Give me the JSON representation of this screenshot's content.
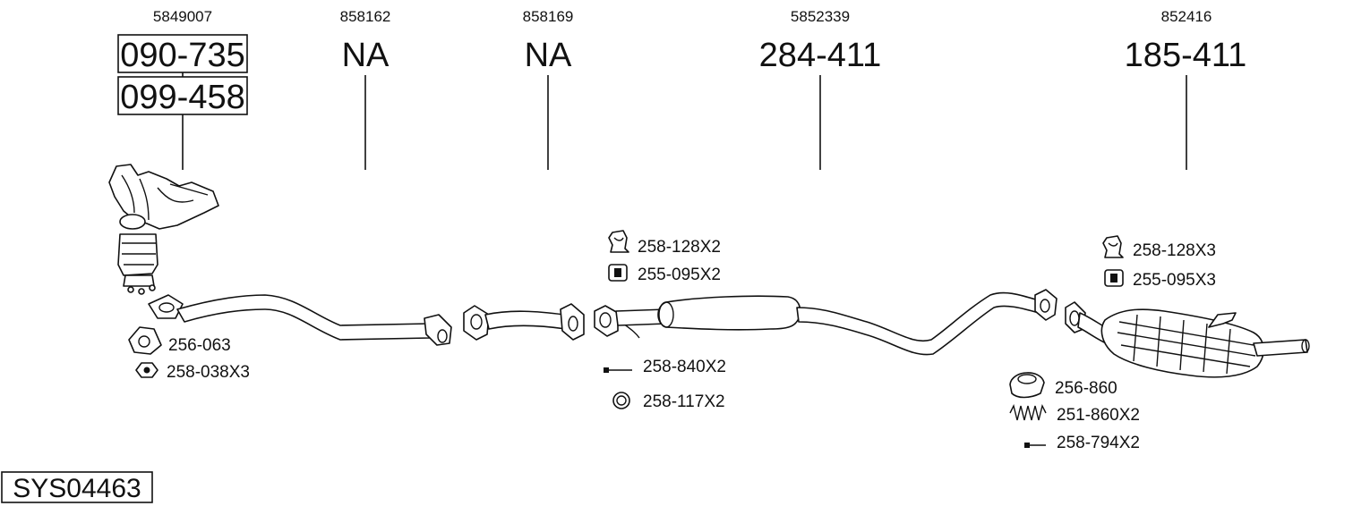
{
  "columns": [
    {
      "oem": "5849007",
      "codes": [
        "090-735",
        "099-458"
      ]
    },
    {
      "oem": "858162",
      "codes": [
        "NA"
      ]
    },
    {
      "oem": "858169",
      "codes": [
        "NA"
      ]
    },
    {
      "oem": "5852339",
      "codes": [
        "284-411"
      ]
    },
    {
      "oem": "852416",
      "codes": [
        "185-411"
      ]
    }
  ],
  "accessories": {
    "front": [
      "256-063",
      "258-038X3"
    ],
    "middle": [
      "258-128X2",
      "255-095X2",
      "258-840X2",
      "258-117X2"
    ],
    "rear_top": [
      "258-128X3",
      "255-095X3"
    ],
    "rear_bottom": [
      "256-860",
      "251-860X2",
      "258-794X2"
    ]
  },
  "system_id": "SYS04463"
}
